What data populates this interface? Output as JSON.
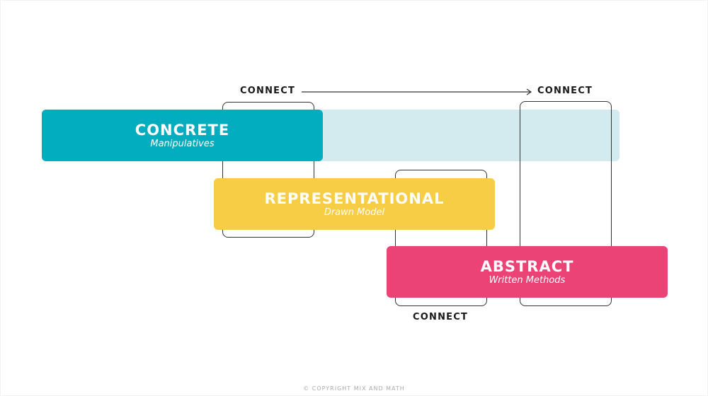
{
  "colors": {
    "concrete": "#02adc0",
    "concrete_track": "#d3eaee",
    "representational": "#f7cd45",
    "abstract": "#ec4376",
    "outline": "#333333",
    "text_dark": "#1a1a1a"
  },
  "connectors": {
    "top_left": "CONNECT",
    "top_right": "CONNECT",
    "bottom": "CONNECT"
  },
  "stages": [
    {
      "title": "CONCRETE",
      "subtitle": "Manipulatives"
    },
    {
      "title": "REPRESENTATIONAL",
      "subtitle": "Drawn Model"
    },
    {
      "title": "ABSTRACT",
      "subtitle": "Written Methods"
    }
  ],
  "footer": {
    "copyright": "© COPYRIGHT MIX AND MATH"
  }
}
